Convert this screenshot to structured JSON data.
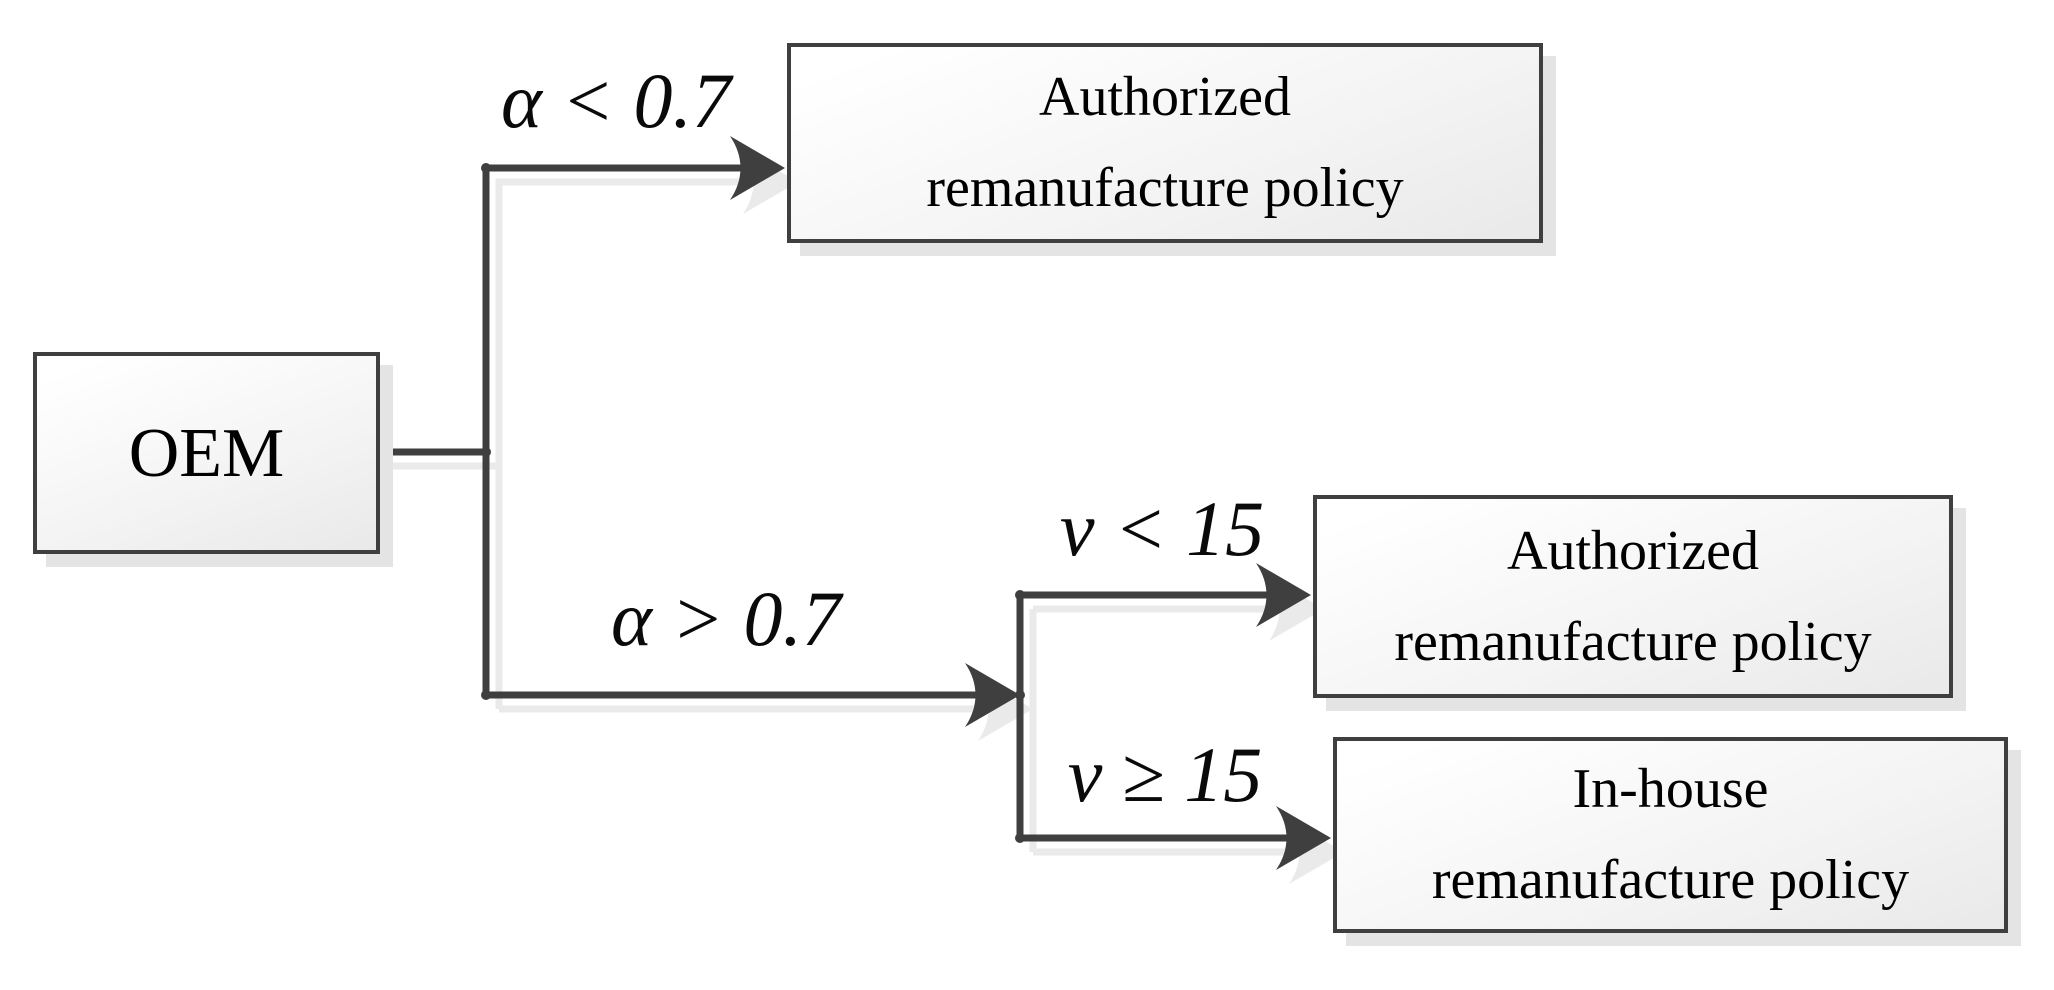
{
  "diagram": {
    "nodes": {
      "oem": {
        "label": "OEM"
      },
      "top": {
        "line1": "Authorized",
        "line2": "remanufacture policy"
      },
      "middle": {
        "line1": "Authorized",
        "line2": "remanufacture policy"
      },
      "bottom": {
        "line1": "In-house",
        "line2": "remanufacture policy"
      }
    },
    "edges": {
      "alpha_lt": {
        "label": "α < 0.7"
      },
      "alpha_gt": {
        "label": "α > 0.7"
      },
      "nu_lt": {
        "label": "ν < 15"
      },
      "nu_ge": {
        "label": "ν ≥ 15"
      }
    },
    "colors": {
      "ink": "#3f3f3f",
      "text": "#000000",
      "box_shadow": "#e4e4e4",
      "wire_shadow": "#eaeaea",
      "box_fill_top": "#ffffff",
      "box_fill_bottom": "#e9e9e9"
    }
  }
}
